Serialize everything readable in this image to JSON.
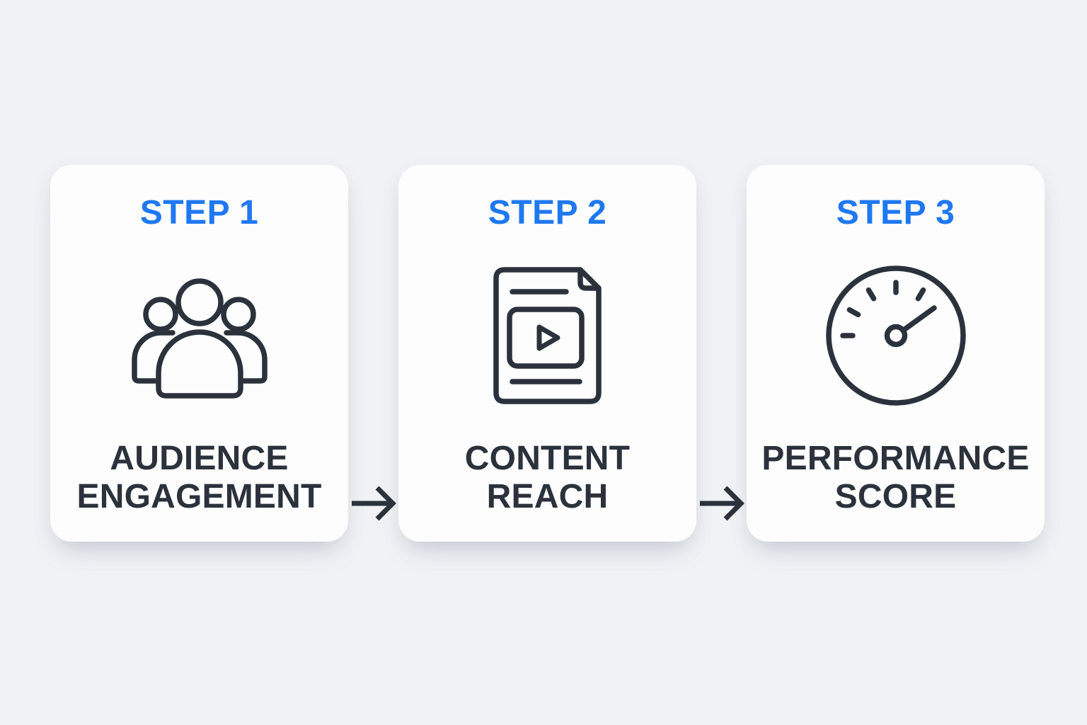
{
  "page": {
    "background_color": "#f0f2f5",
    "card_background_color": "#fdfdfe"
  },
  "colors": {
    "accent_blue": "#1f78f0",
    "dark_charcoal": "#2b323c"
  },
  "steps": [
    {
      "step_label": "STEP 1",
      "icon": "audience-group-icon",
      "title_line1": "AUDIENCE",
      "title_line2": "ENGAGEMENT"
    },
    {
      "step_label": "STEP 2",
      "icon": "video-document-icon",
      "title_line1": "CONTENT",
      "title_line2": "REACH"
    },
    {
      "step_label": "STEP 3",
      "icon": "speedometer-icon",
      "title_line1": "PERFORMANCE",
      "title_line2": "SCORE"
    }
  ],
  "arrows": {
    "icon": "right-arrow-icon",
    "count": 2
  }
}
